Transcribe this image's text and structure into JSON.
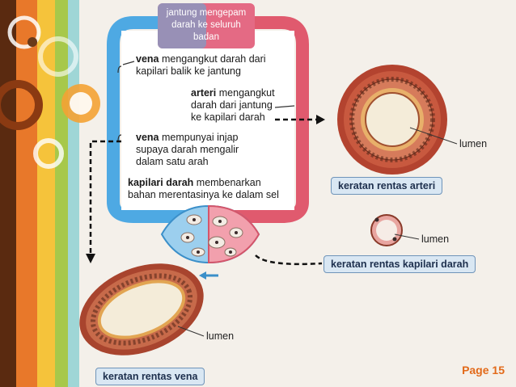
{
  "heart_label": [
    "jantung mengepam",
    "darah ke seluruh",
    "badan"
  ],
  "labels": {
    "vena_transport": {
      "term": "vena",
      "line1": "mengangkut darah dari",
      "line2": "kapilari balik ke jantung"
    },
    "arteri": {
      "term": "arteri",
      "line1": "mengangkut",
      "line2": "darah dari jantung",
      "line3": "ke kapilari darah"
    },
    "vena_valve": {
      "term": "vena",
      "line1": "mempunyai injap",
      "line2": "supaya darah mengalir",
      "line3": "dalam satu arah"
    },
    "kapilari": {
      "term": "kapilari darah",
      "line1": "membenarkan",
      "line2": "bahan merentasinya ke dalam sel"
    }
  },
  "lumen_labels": {
    "artery": "lumen",
    "capillary": "lumen",
    "vein": "lumen"
  },
  "captions": {
    "artery": "keratan rentas arteri",
    "capillary": "keratan rentas kapilari darah",
    "vein": "keratan rentas vena"
  },
  "page_number": "Page 15",
  "colors": {
    "vein_blue": "#4ea9e3",
    "artery_red": "#e05a6e",
    "caption_bg": "#d9e7f3",
    "page_number": "#e26a1a"
  }
}
